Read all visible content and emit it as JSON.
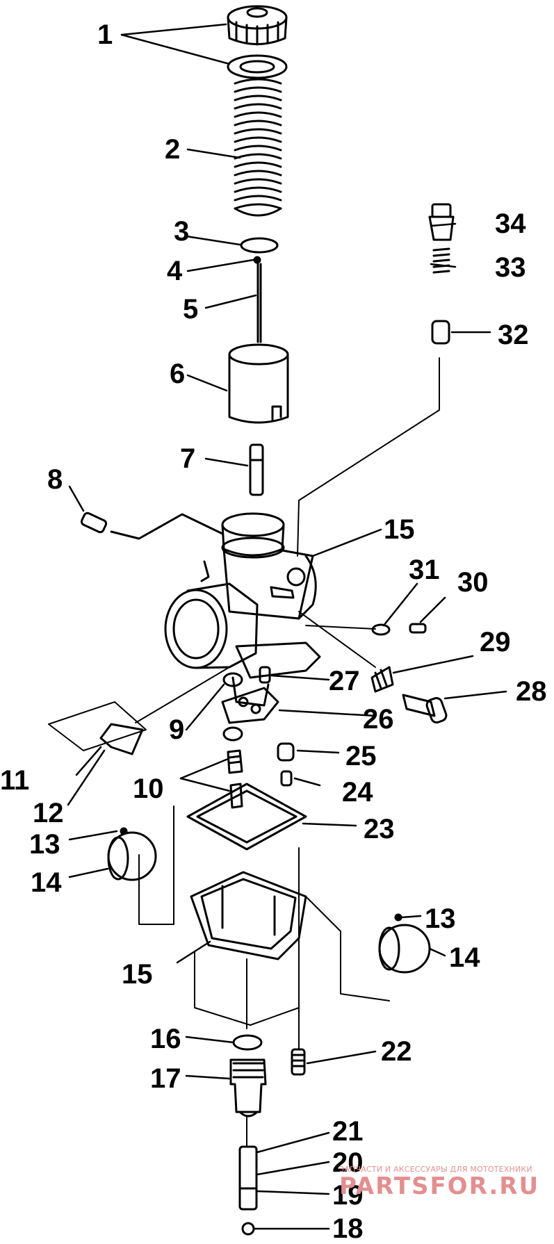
{
  "callouts": {
    "c1": "1",
    "c2": "2",
    "c3": "3",
    "c4": "4",
    "c5": "5",
    "c6": "6",
    "c7": "7",
    "c8": "8",
    "c9": "9",
    "c10": "10",
    "c11": "11",
    "c12": "12",
    "c13a": "13",
    "c13b": "13",
    "c14a": "14",
    "c14b": "14",
    "c15a": "15",
    "c15b": "15",
    "c16": "16",
    "c17": "17",
    "c18": "18",
    "c19": "19",
    "c20": "20",
    "c21": "21",
    "c22": "22",
    "c23": "23",
    "c24": "24",
    "c25": "25",
    "c26": "26",
    "c27": "27",
    "c28": "28",
    "c29": "29",
    "c30": "30",
    "c31": "31",
    "c32": "32",
    "c33": "33",
    "c34": "34"
  },
  "watermark": {
    "tagline": "ЗАПЧАСТИ И АКСЕССУАРЫ ДЛЯ МОТОТЕХНИКИ",
    "brand": "PARTSFOR.RU",
    "color": "#e38f8f"
  }
}
